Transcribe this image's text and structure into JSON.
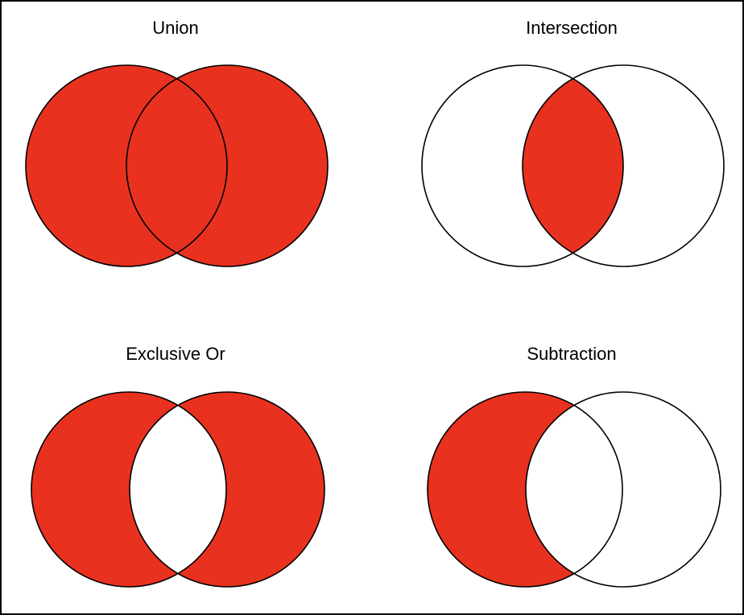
{
  "diagrams": [
    {
      "id": "union",
      "title": "Union"
    },
    {
      "id": "intersection",
      "title": "Intersection"
    },
    {
      "id": "xor",
      "title": "Exclusive Or"
    },
    {
      "id": "subtraction",
      "title": "Subtraction"
    }
  ],
  "colors": {
    "fill": "#e8321f",
    "stroke": "#000000",
    "background": "#ffffff"
  }
}
